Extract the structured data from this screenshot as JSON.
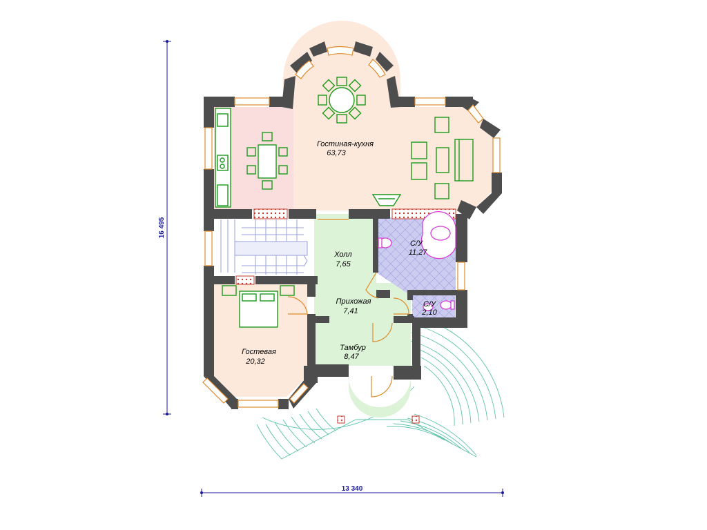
{
  "rooms": [
    {
      "name": "Гостиная-кухня",
      "area": "63,73"
    },
    {
      "name": "Холл",
      "area": "7,65"
    },
    {
      "name": "С/У",
      "area": "11,27"
    },
    {
      "name": "Прихожая",
      "area": "7,41"
    },
    {
      "name": "С/У",
      "area": "2,10"
    },
    {
      "name": "Гостевая",
      "area": "20,32"
    },
    {
      "name": "Тамбур",
      "area": "8,47"
    }
  ],
  "dimensions": {
    "height": "16 495",
    "width": "13 340"
  },
  "colors": {
    "wall": "#4d4d4d",
    "living_floor": "#fde9dc",
    "kitchen_floor": "#fadede",
    "hall_floor": "#ddf3d8",
    "bath_floor": "#ccccf0",
    "furniture": "#1a9a1a",
    "window": "#e08a2a",
    "dimension_line": "#1a1a9a",
    "terrace": "#5cc3a8"
  }
}
